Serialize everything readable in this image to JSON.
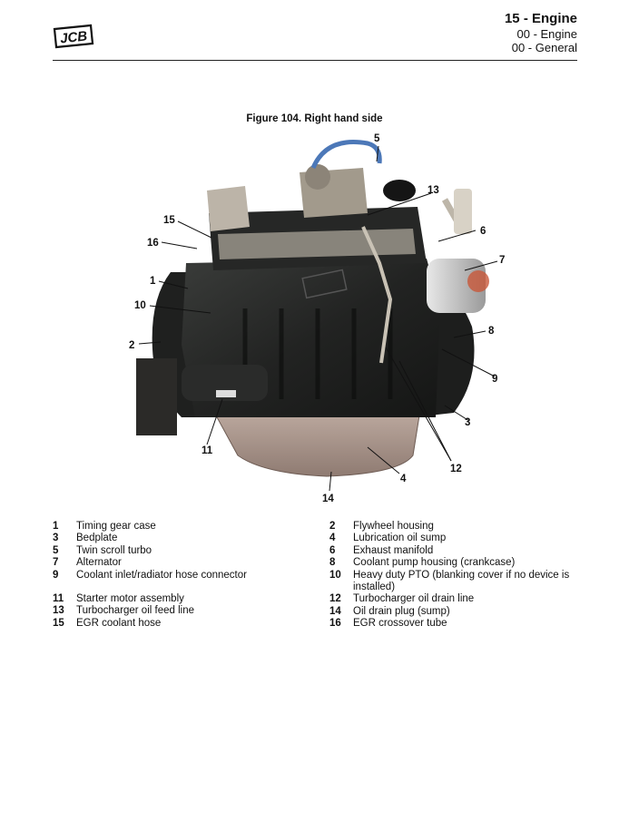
{
  "header": {
    "logo_text": "JCB",
    "section": "15 - Engine",
    "sub1": "00 - Engine",
    "sub2": "00 - General"
  },
  "figure": {
    "title": "Figure 104. Right hand side",
    "callouts": [
      "1",
      "2",
      "3",
      "4",
      "5",
      "6",
      "7",
      "8",
      "9",
      "10",
      "11",
      "12",
      "13",
      "14",
      "15",
      "16"
    ]
  },
  "legend_left": [
    {
      "num": "1",
      "text": "Timing gear case"
    },
    {
      "num": "3",
      "text": "Bedplate"
    },
    {
      "num": "5",
      "text": "Twin scroll turbo"
    },
    {
      "num": "7",
      "text": "Alternator"
    },
    {
      "num": "9",
      "text": "Coolant inlet/radiator hose connector"
    },
    {
      "num": "11",
      "text": "Starter motor assembly"
    },
    {
      "num": "13",
      "text": "Turbocharger oil feed line"
    },
    {
      "num": "15",
      "text": "EGR coolant hose"
    }
  ],
  "legend_right": [
    {
      "num": "2",
      "text": "Flywheel housing"
    },
    {
      "num": "4",
      "text": "Lubrication oil sump"
    },
    {
      "num": "6",
      "text": "Exhaust manifold"
    },
    {
      "num": "8",
      "text": "Coolant pump housing (crankcase)"
    },
    {
      "num": "10",
      "text": "Heavy duty PTO (blanking cover if no device is installed)"
    },
    {
      "num": "12",
      "text": "Turbocharger oil drain line"
    },
    {
      "num": "14",
      "text": "Oil drain plug (sump)"
    },
    {
      "num": "16",
      "text": "EGR crossover tube"
    }
  ]
}
